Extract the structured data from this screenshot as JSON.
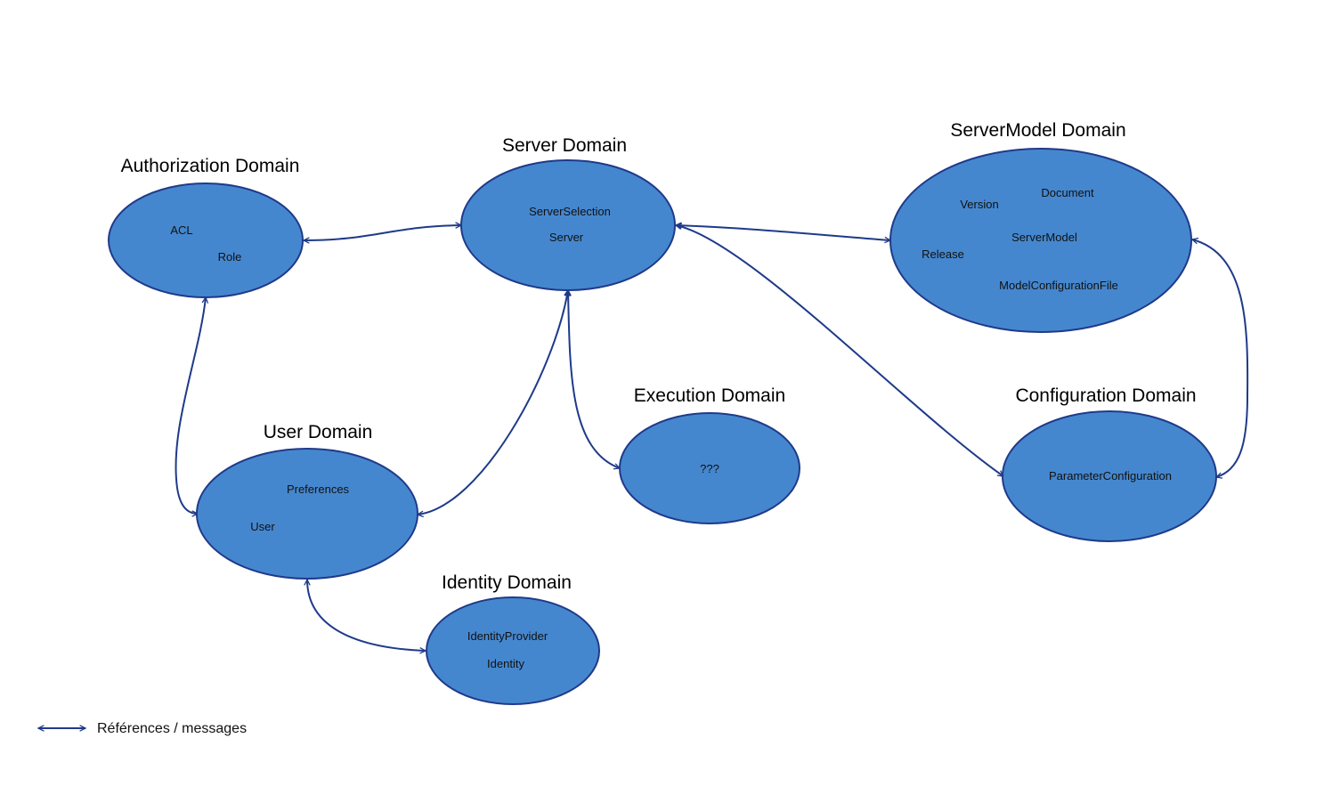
{
  "colors": {
    "fill": "#4587ce",
    "stroke": "#1f3a8a",
    "edge": "#1f3a8a"
  },
  "domains": [
    {
      "id": "authorization",
      "title": "Authorization Domain",
      "items": [
        "ACL",
        "Role"
      ]
    },
    {
      "id": "server",
      "title": "Server Domain",
      "items": [
        "ServerSelection",
        "Server"
      ]
    },
    {
      "id": "servermodel",
      "title": "ServerModel Domain",
      "items": [
        "Version",
        "Document",
        "ServerModel",
        "Release",
        "ModelConfigurationFile"
      ]
    },
    {
      "id": "execution",
      "title": "Execution Domain",
      "items": [
        "???"
      ]
    },
    {
      "id": "configuration",
      "title": "Configuration Domain",
      "items": [
        "ParameterConfiguration"
      ]
    },
    {
      "id": "user",
      "title": "User Domain",
      "items": [
        "Preferences",
        "User"
      ]
    },
    {
      "id": "identity",
      "title": "Identity Domain",
      "items": [
        "IdentityProvider",
        "Identity"
      ]
    }
  ],
  "edges": [
    {
      "from": "authorization",
      "to": "server"
    },
    {
      "from": "server",
      "to": "servermodel"
    },
    {
      "from": "server",
      "to": "configuration"
    },
    {
      "from": "servermodel",
      "to": "configuration"
    },
    {
      "from": "server",
      "to": "execution"
    },
    {
      "from": "server",
      "to": "user"
    },
    {
      "from": "authorization",
      "to": "user"
    },
    {
      "from": "user",
      "to": "identity"
    }
  ],
  "legend": {
    "label": "Références / messages"
  }
}
